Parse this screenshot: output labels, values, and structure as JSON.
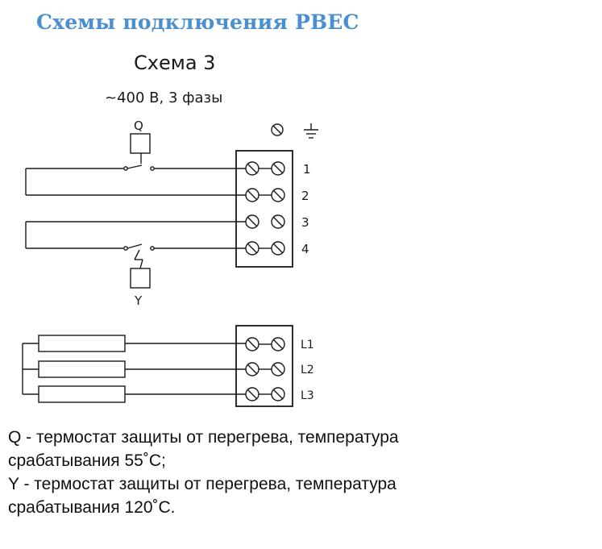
{
  "header": {
    "title": "Схемы подключения РВЕС"
  },
  "diagram": {
    "title": "Схема 3",
    "subtitle": "~400 В, 3 фазы",
    "labels": {
      "thermostat_q": "Q",
      "thermostat_y": "Y",
      "terminal_1": "1",
      "terminal_2": "2",
      "terminal_3": "3",
      "terminal_4": "4",
      "terminal_l1": "L1",
      "terminal_l2": "L2",
      "terminal_l3": "L3"
    }
  },
  "legend": {
    "line_1": "Q - термостат защиты от перегрева, температура",
    "line_2": "срабатывания 55˚С;",
    "line_3": "Y - термостат защиты от перегрева, температура",
    "line_4": "срабатывания 120˚С."
  }
}
